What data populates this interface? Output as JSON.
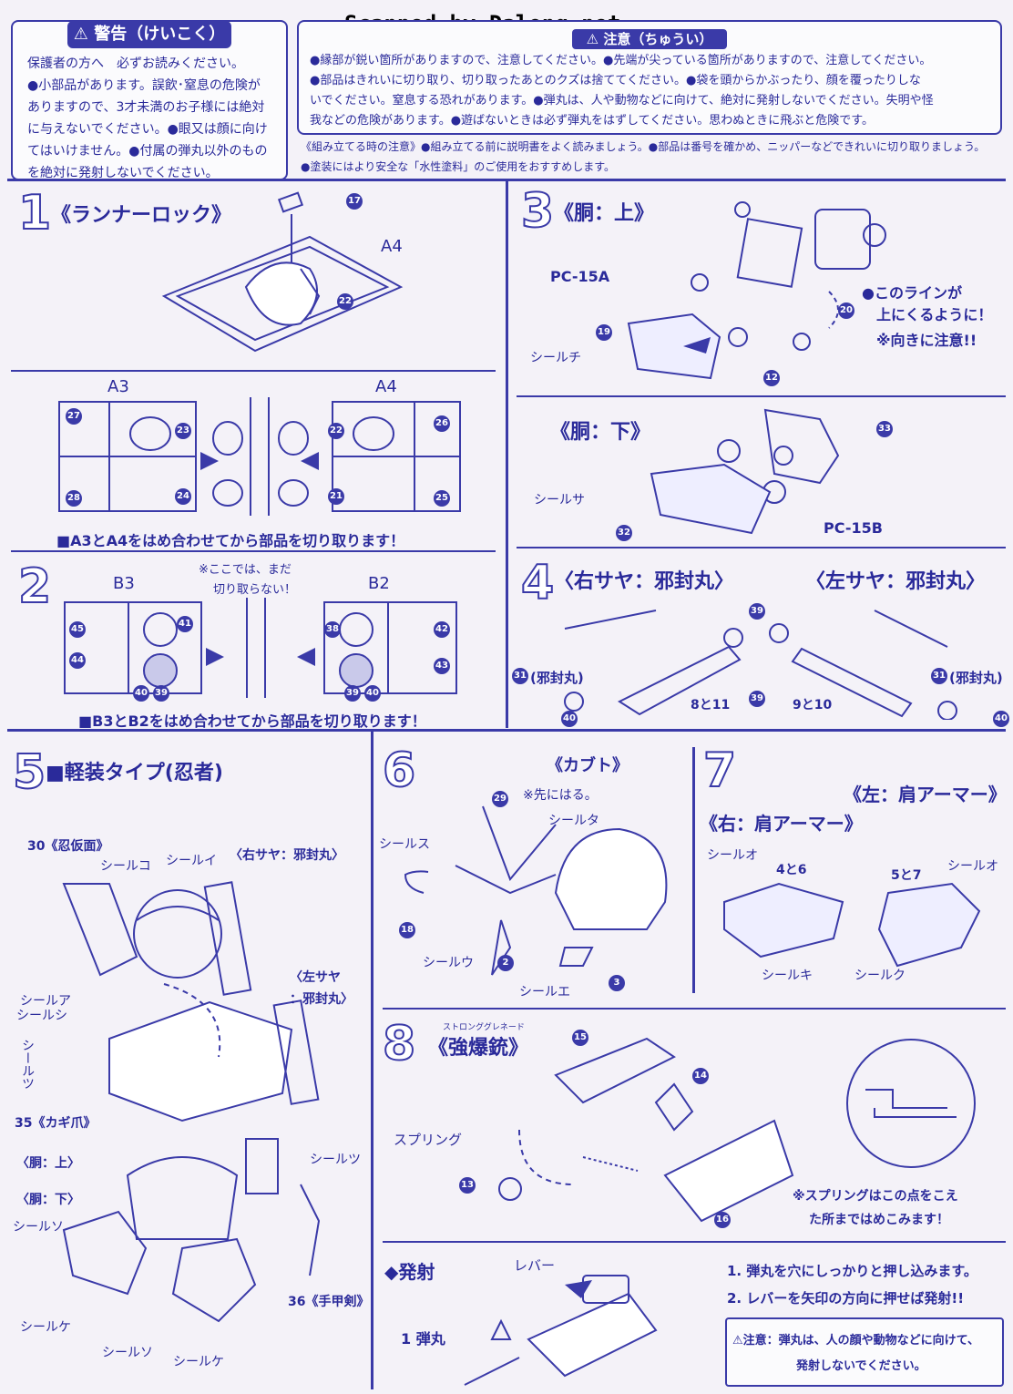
{
  "scan_credit": "Scanned by Dalong.net",
  "warning": {
    "title": "⚠ 警告（けいこく）",
    "lines": [
      "保護者の方へ　必ずお読みください。",
      "●小部品があります。誤飲･窒息の危険が",
      "ありますので、3才未満のお子様には絶対",
      "に与えないでください。●眼又は顔に向け",
      "てはいけません。●付属の弾丸以外のもの",
      "を絶対に発射しないでください。"
    ]
  },
  "caution": {
    "title": "⚠ 注意（ちゅうい）",
    "lines": [
      "●縁部が鋭い箇所がありますので、注意してください。●先端が尖っている箇所がありますので、注意してください。",
      "●部品はきれいに切り取り、切り取ったあとのクズは捨ててください。●袋を頭からかぶったり、顔を覆ったりしな",
      "いでください。窒息する恐れがあります。●弾丸は、人や動物などに向けて、絶対に発射しないでください。失明や怪",
      "我などの危険があります。●遊ばないときは必ず弾丸をはずしてください。思わぬときに飛ぶと危険です。"
    ]
  },
  "assembly_notes": {
    "line1": "《組み立てる時の注意》●組み立てる前に説明書をよく読みましょう。●部品は番号を確かめ、ニッパーなどできれいに切り取りましょう。",
    "line2": "●塗装にはより安全な「水性塗料」のご使用をおすすめします。"
  },
  "steps": {
    "s1": {
      "num": "1",
      "title": "《ランナーロック》",
      "a4": "A4",
      "a3": "A3",
      "a4b": "A4",
      "p17": "17",
      "p22": "22",
      "p27": "27",
      "p23": "23",
      "p28": "28",
      "p24": "24",
      "p22b": "22",
      "p26": "26",
      "p21": "21",
      "p25": "25",
      "note": "■A3とA4をはめ合わせてから部品を切り取ります！"
    },
    "s2": {
      "num": "2",
      "b3": "B3",
      "b2": "B2",
      "hint": "※ここでは、まだ",
      "hint2": "切り取らない！",
      "p45": "45",
      "p41": "41",
      "p44": "44",
      "p40": "40",
      "p39": "39",
      "p38": "38",
      "p42": "42",
      "p43": "43",
      "p39b": "39",
      "p40b": "40",
      "note": "■B3とB2をはめ合わせてから部品を切り取ります！"
    },
    "s3": {
      "num": "3",
      "title": "《胴：上》",
      "pc15a": "PC-15A",
      "seal": "シールチ",
      "p19": "19",
      "p20": "20",
      "p12": "12",
      "line_note1": "●このラインが",
      "line_note2": "上にくるように！",
      "line_note3": "※向きに注意!!",
      "title_low": "《胴：下》",
      "seal_low": "シールサ",
      "p33": "33",
      "p32": "32",
      "pc15b": "PC-15B"
    },
    "s4": {
      "num": "4",
      "title_r": "〈右サヤ：邪封丸〉",
      "title_l": "〈左サヤ：邪封丸〉",
      "p39": "39",
      "p31": "31",
      "jf": "(邪封丸)",
      "p40": "40",
      "p8_11": "8と11",
      "p39b": "39",
      "p9_10": "9と10",
      "p31b": "31",
      "jfb": "(邪封丸)",
      "p40b": "40"
    },
    "s5": {
      "num": "5",
      "title": "■軽装タイプ(忍者)",
      "mask": "30《忍仮面》",
      "seal_ko": "シールコ",
      "seal_i": "シールイ",
      "r_saya": "〈右サヤ：邪封丸〉",
      "seal_a": "シールア",
      "seal_shi": "シールシ",
      "seal_tsu": "シールツ",
      "l_saya": "〈左サヤ",
      "l_saya2": "：邪封丸〉",
      "kagizume": "35《カギ爪》",
      "dou_up": "〈胴：上〉",
      "dou_low": "〈胴：下〉",
      "seal_tsu2": "シールツ",
      "seal_so": "シールソ",
      "seal_ke": "シールケ",
      "tekkouken": "36《手甲剣》",
      "seal_so2": "シールソ",
      "seal_ke2": "シールケ"
    },
    "s6": {
      "num": "6",
      "title": "《カブト》",
      "hint": "※先にはる。",
      "p29": "29",
      "seal_su": "シールス",
      "seal_ta": "シールタ",
      "p18": "18",
      "seal_u": "シールウ",
      "p2": "2",
      "seal_e": "シールエ",
      "p3": "3"
    },
    "s7": {
      "num": "7",
      "title_l": "《左：肩アーマー》",
      "title_r": "《右：肩アーマー》",
      "seal_o": "シールオ",
      "p4_6": "4と6",
      "p5_7": "5と7",
      "seal_o2": "シールオ",
      "seal_ki": "シールキ",
      "seal_ku": "シールク"
    },
    "s8": {
      "num": "8",
      "title": "《強爆銃》",
      "ruby": "ストロンググレネード",
      "p15": "15",
      "p14": "14",
      "spring": "スプリング",
      "p13": "13",
      "p16": "16",
      "note1": "※スプリングはこの点をこえ",
      "note2": "た所まではめこみます！"
    }
  },
  "fire": {
    "title": "◆発射",
    "lever": "レバー",
    "bullet": "1 弾丸",
    "step1": "1. 弾丸を穴にしっかりと押し込みます。",
    "step2": "2. レバーを矢印の方向に押せば発射!!",
    "warn1": "⚠注意：弾丸は、人の顔や動物などに向けて、",
    "warn2": "発射しないでください。"
  },
  "colors": {
    "ink": "#3a3aa8",
    "paper": "#fbfbfd"
  }
}
